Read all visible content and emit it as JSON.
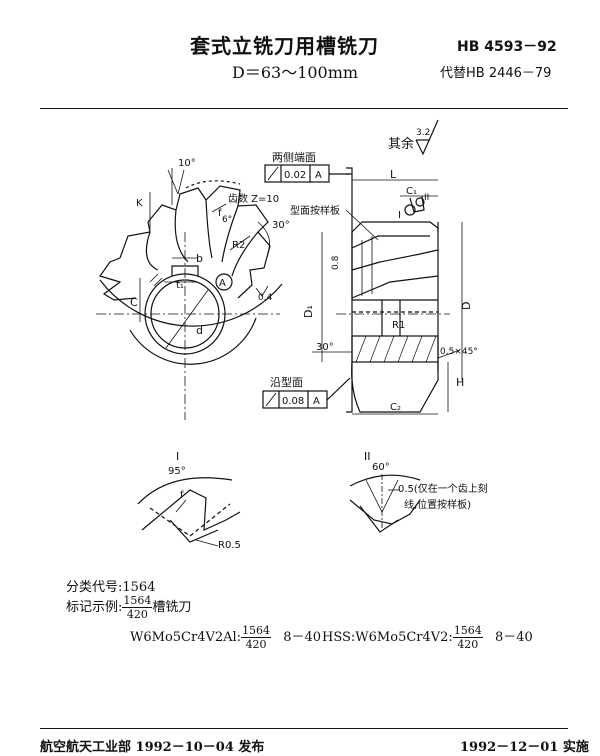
{
  "header": {
    "title": "套式立铣刀用槽铣刀",
    "subtitle": "D＝63～100mm",
    "standard_no": "HB 4593－92",
    "replaces": "代替HB 2446－79"
  },
  "drawing": {
    "roughness_other_label": "其余",
    "roughness_other_value": "3.2",
    "angle_10": "10°",
    "label_k": "K",
    "label_f": "f",
    "teeth_label": "齿数 Z=10",
    "angle_6": "6°",
    "label_r2": "R2",
    "angle_30": "30°",
    "label_b": "b",
    "label_c": "C",
    "label_t1": "t₁",
    "label_d": "d",
    "callout_a": "A",
    "label_04": "0.4",
    "tol_side_title": "两侧端面",
    "tol_side_value": "0.02",
    "tol_side_datum": "A",
    "tol_prof_title": "沿型面",
    "tol_prof_value": "0.08",
    "tol_prof_datum": "A",
    "template_label": "型面按样板",
    "label_L": "L",
    "label_C1": "C₁",
    "label_I": "I",
    "label_II": "II",
    "label_08": "0.8",
    "label_D1": "D₁",
    "label_D": "D",
    "label_R1": "R1",
    "chamfer": "0.5×45°",
    "label_H": "H",
    "label_C2": "C₂",
    "detail_I_title": "I",
    "detail_I_angle": "95°",
    "detail_I_f": "f",
    "detail_I_r": "R0.5",
    "detail_II_title": "II",
    "detail_II_angle": "60°",
    "detail_II_note_1": "0.5(仅在一个齿上刻",
    "detail_II_note_2": "线,位置按样板)"
  },
  "notes": {
    "class_code": "分类代号:1564",
    "mark_example_prefix": "标记示例:",
    "mark_frac_num": "1564",
    "mark_frac_den": "420",
    "mark_example_suffix": "槽铣刀",
    "mat1_prefix": "W6Mo5Cr4V2Al:",
    "mat1_num": "1564",
    "mat1_den": "420",
    "mat1_suffix": "8－40",
    "mat2_prefix": "HSS:W6Mo5Cr4V2:",
    "mat2_num": "1564",
    "mat2_den": "420",
    "mat2_suffix": "8－40"
  },
  "footer": {
    "publisher": "航空航天工业部 1992－10－04 发布",
    "effective": "1992－12－01 实施"
  }
}
